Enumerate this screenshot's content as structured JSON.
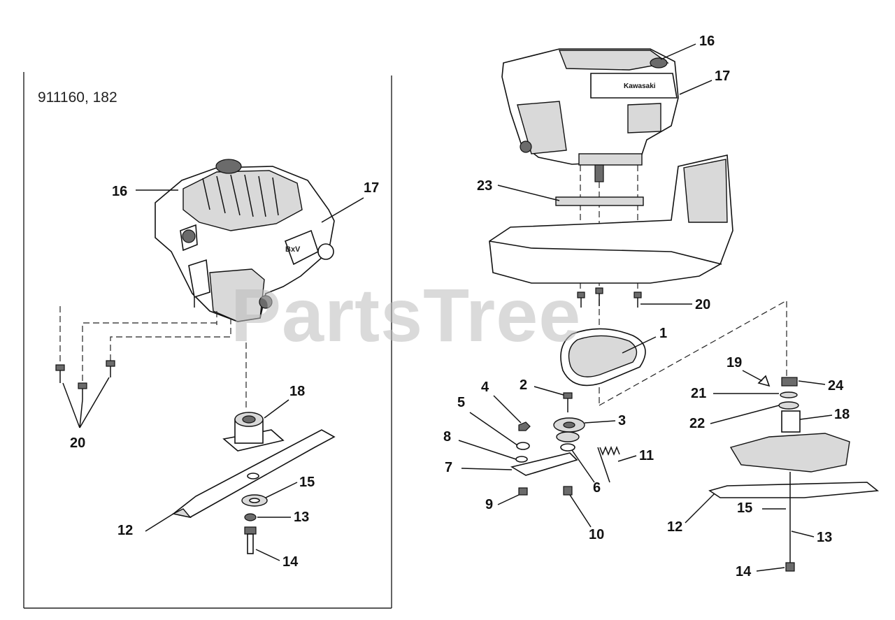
{
  "watermark": "PartsTree",
  "inset": {
    "model_label": "911160, 182",
    "callouts": {
      "c16": "16",
      "c17": "17",
      "c18": "18",
      "c20": "20",
      "c12": "12",
      "c15": "15",
      "c13": "13",
      "c14": "14"
    }
  },
  "main": {
    "callouts": {
      "c1": "1",
      "c2": "2",
      "c3": "3",
      "c4": "4",
      "c5": "5",
      "c6": "6",
      "c7": "7",
      "c8": "8",
      "c9": "9",
      "c10": "10",
      "c11": "11",
      "c12": "12",
      "c13": "13",
      "c14": "14",
      "c15": "15",
      "c16": "16",
      "c17": "17",
      "c18": "18",
      "c19": "19",
      "c20": "20",
      "c21": "21",
      "c22": "22",
      "c23": "23",
      "c24": "24"
    }
  },
  "engine_brand_text": "Kawasaki"
}
